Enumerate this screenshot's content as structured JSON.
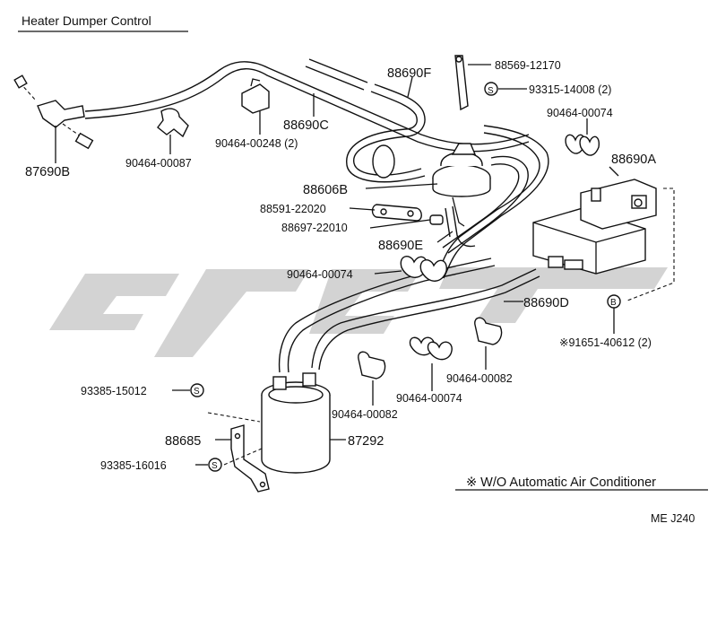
{
  "title": "Heater Dumper Control",
  "note": "※ W/O Automatic Air Conditioner",
  "ref": "ME J240",
  "watermark_color": "#d3d3d3",
  "labels": {
    "p87690B": "87690B",
    "p90464_00087": "90464-00087",
    "p90464_00248": "90464-00248 (2)",
    "p88690C": "88690C",
    "p88690F": "88690F",
    "p88569": "88569-12170",
    "p93315": "93315-14008 (2)",
    "p90464_00074_top": "90464-00074",
    "p88690A": "88690A",
    "p88606B": "88606B",
    "p88591": "88591-22020",
    "p88697": "88697-22010",
    "p88690E": "88690E",
    "p90464_00074_mid": "90464-00074",
    "p88690D": "88690D",
    "p91651": "※91651-40612 (2)",
    "p93385_15012": "93385-15012",
    "p90464_00082_a": "90464-00082",
    "p90464_00074_low": "90464-00074",
    "p90464_00082_b": "90464-00082",
    "p88685": "88685",
    "p87292": "87292",
    "p93385_16016": "93385-16016"
  },
  "markers": {
    "s": "S",
    "b": "B"
  }
}
